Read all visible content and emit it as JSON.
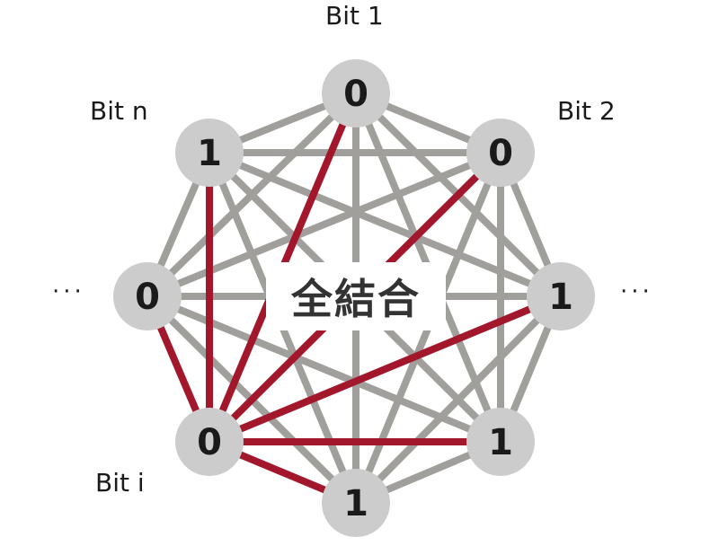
{
  "center_label": "全結合",
  "colors": {
    "node_fill": "#cccccc",
    "edge_gray": "#a09f9b",
    "edge_red": "#a3172c",
    "text": "#1a1a1a"
  },
  "nodes": [
    {
      "id": "top",
      "value": "0",
      "label": "Bit 1"
    },
    {
      "id": "upper-right",
      "value": "0",
      "label": "Bit 2"
    },
    {
      "id": "right",
      "value": "1",
      "label": ""
    },
    {
      "id": "lower-right",
      "value": "1",
      "label": ""
    },
    {
      "id": "bottom",
      "value": "1",
      "label": ""
    },
    {
      "id": "lower-left",
      "value": "0",
      "label": "Bit i"
    },
    {
      "id": "left",
      "value": "0",
      "label": ""
    },
    {
      "id": "upper-left",
      "value": "1",
      "label": "Bit n"
    }
  ],
  "ellipsis": {
    "left": "···",
    "right": "···"
  },
  "highlighted_edges": [
    [
      "lower-left",
      "top"
    ],
    [
      "lower-left",
      "upper-right"
    ],
    [
      "lower-left",
      "right"
    ],
    [
      "lower-left",
      "lower-right"
    ],
    [
      "lower-left",
      "bottom"
    ],
    [
      "lower-left",
      "left"
    ],
    [
      "lower-left",
      "upper-left"
    ]
  ]
}
